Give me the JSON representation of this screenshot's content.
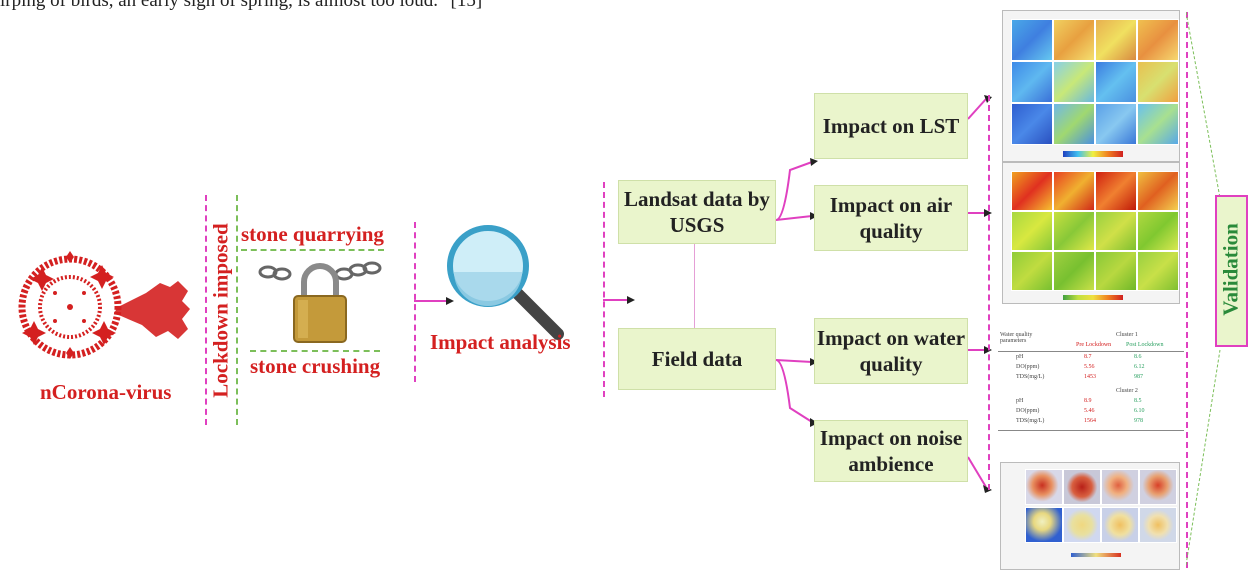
{
  "top_text": "irping of birds, an early sign of spring, is almost too loud.\" [15]",
  "virus_label": "nCorona-virus",
  "lockdown_label": "Lockdown imposed",
  "quarry_label": "stone quarrying",
  "crush_label": "stone crushing",
  "impact_analysis_label": "Impact analysis",
  "landsat_label": "Landsat data by USGS",
  "field_label": "Field data",
  "impacts": {
    "lst": "Impact on LST",
    "air": "Impact on air quality",
    "water": "Impact on water quality",
    "noise": "Impact on noise ambience"
  },
  "validation_label": "Validation",
  "water_table": {
    "header_left": "Water quality parameters",
    "cluster1": "Cluster 1",
    "pre": "Pre Lockdown",
    "post": "Post Lockdown",
    "cluster2": "Cluster 2",
    "rows1": [
      [
        "pH",
        "8.7",
        "8.6"
      ],
      [
        "DO(ppm)",
        "5.56",
        "6.12"
      ],
      [
        "TDS(mg/L)",
        "1453",
        "987"
      ]
    ],
    "rows2": [
      [
        "pH",
        "8.9",
        "8.5"
      ],
      [
        "DO(ppm)",
        "5.46",
        "6.10"
      ],
      [
        "TDS(mg/L)",
        "1564",
        "978"
      ]
    ]
  },
  "colors": {
    "virus_red": "#d42020",
    "connector_pink": "#e040c0",
    "box_green": "#eaf5cc",
    "dashed_green": "#7cbf5a"
  }
}
